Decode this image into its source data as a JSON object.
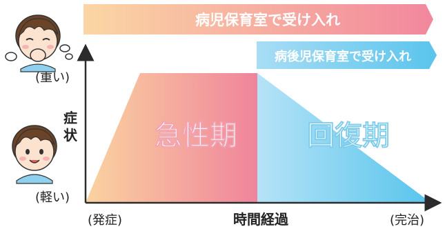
{
  "top_banner": {
    "label": "病児保育室で受け入れ"
  },
  "sub_banner": {
    "label": "病後児保育室で受け入れ"
  },
  "y_axis": {
    "label": "症状",
    "top_label": "(重い)",
    "bottom_label": "(軽い)"
  },
  "x_axis": {
    "label": "時間経過",
    "left_label": "(発症)",
    "right_label": "(完治)"
  },
  "regions": {
    "acute": "急性期",
    "recovery": "回復期"
  },
  "colors": {
    "acute_start": "#fad3a0",
    "acute_end": "#f0849c",
    "recovery_start": "#aee0f6",
    "recovery_end": "#58c4ec",
    "region_text": "#ffffff",
    "axis": "#2b2b2b"
  },
  "illustrations": {
    "sick_child": "coughing-child-icon",
    "healthy_child": "smiling-child-icon"
  }
}
